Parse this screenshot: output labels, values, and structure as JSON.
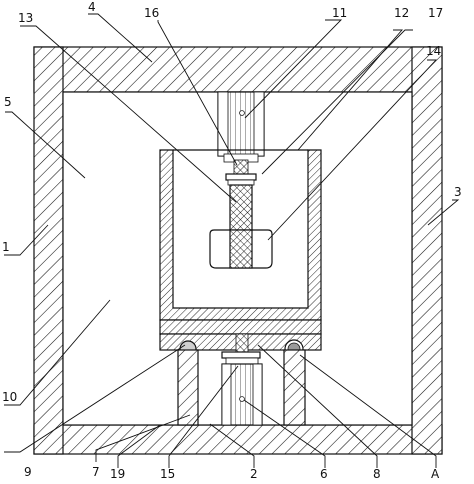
{
  "labels": [
    {
      "id": "1",
      "text": "1"
    },
    {
      "id": "2",
      "text": "2"
    },
    {
      "id": "3",
      "text": "3"
    },
    {
      "id": "4",
      "text": "4"
    },
    {
      "id": "5",
      "text": "5"
    },
    {
      "id": "6",
      "text": "6"
    },
    {
      "id": "7",
      "text": "7"
    },
    {
      "id": "8",
      "text": "8"
    },
    {
      "id": "9",
      "text": "9"
    },
    {
      "id": "10",
      "text": "10"
    },
    {
      "id": "11",
      "text": "11"
    },
    {
      "id": "12",
      "text": "12"
    },
    {
      "id": "13",
      "text": "13"
    },
    {
      "id": "14",
      "text": "14"
    },
    {
      "id": "15",
      "text": "15"
    },
    {
      "id": "16",
      "text": "16"
    },
    {
      "id": "17",
      "text": "17"
    },
    {
      "id": "19",
      "text": "19"
    },
    {
      "id": "A",
      "text": "A"
    }
  ]
}
